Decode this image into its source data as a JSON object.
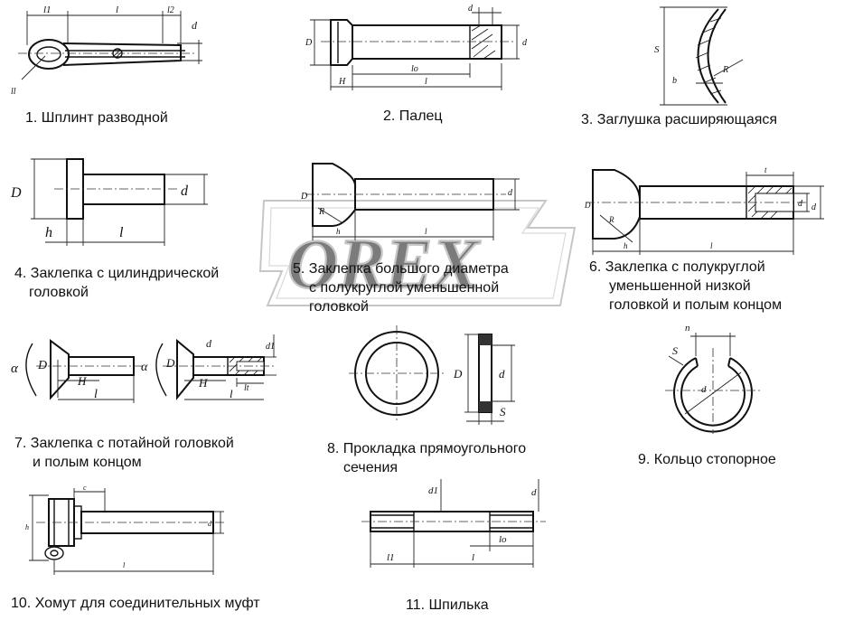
{
  "watermark": "OREX",
  "captions": [
    {
      "lines": [
        "1. Шплинт разводной"
      ]
    },
    {
      "lines": [
        "2. Палец"
      ]
    },
    {
      "lines": [
        "3. Заглушка расширяющаяся"
      ]
    },
    {
      "lines": [
        "4. Заклепка с цилиндрической",
        "головкой"
      ]
    },
    {
      "lines": [
        "5. Заклепка большого диаметра",
        "с полукруглой уменьшенной",
        "головкой"
      ]
    },
    {
      "lines": [
        "6. Заклепка с полукруглой",
        "уменьшенной низкой",
        "головкой и полым концом"
      ]
    },
    {
      "lines": [
        "7. Заклепка с потайной головкой",
        "и полым концом"
      ]
    },
    {
      "lines": [
        "8. Прокладка прямоугольного",
        "сечения"
      ]
    },
    {
      "lines": [
        "9. Кольцо стопорное"
      ]
    },
    {
      "lines": [
        "10. Хомут для соединительных муфт"
      ]
    },
    {
      "lines": [
        "11. Шпилька"
      ]
    }
  ],
  "dims": {
    "split_pin": [
      "l1",
      "l",
      "l2",
      "d",
      "ll"
    ],
    "pin": [
      "d",
      "D",
      "d",
      "lo",
      "l",
      "H"
    ],
    "plug": [
      "S",
      "b",
      "R"
    ],
    "rivet_cyl": [
      "D",
      "d",
      "h",
      "l"
    ],
    "rivet_big": [
      "D",
      "d",
      "R",
      "h",
      "l"
    ],
    "rivet_hollow": [
      "t",
      "D",
      "d",
      "d",
      "R",
      "h",
      "l"
    ],
    "rivet_csk": [
      "α",
      "D",
      "H",
      "l",
      "α",
      "D",
      "H",
      "l",
      "d",
      "d1",
      "lt"
    ],
    "gasket": [
      "D",
      "d",
      "S"
    ],
    "ring": [
      "n",
      "S",
      "d"
    ],
    "clamp": [
      "c",
      "h",
      "d",
      "l"
    ],
    "stud": [
      "d1",
      "d",
      "l1",
      "l",
      "lo"
    ]
  },
  "icons": [
    "split-pin-drawing",
    "pin-drawing",
    "expanding-plug-drawing",
    "cylindrical-head-rivet-drawing",
    "large-rivet-drawing",
    "hollow-end-rivet-drawing",
    "countersunk-rivet-drawing",
    "gasket-drawing",
    "retaining-ring-drawing",
    "coupling-clamp-drawing",
    "stud-drawing"
  ]
}
